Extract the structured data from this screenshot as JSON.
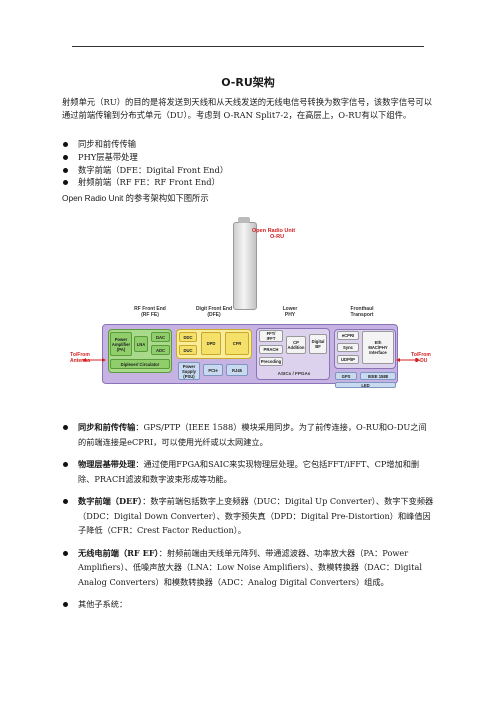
{
  "title": "O-RU架构",
  "intro": "射频单元（RU）的目的是将发送到天线和从天线发送的无线电信号转换为数字信号，该数字信号可以通过前端传输到分布式单元（DU）。考虑到 O-RAN Split7-2，在高层上，O-RU有以下组件。",
  "components": [
    "同步和前传传输",
    "PHY层基带处理",
    "数字前端（DFE：Digital Front End）",
    "射频前端（RF FE：RF Front End）"
  ],
  "caption": "Open Radio Unit 的参考架构如下图所示",
  "diagram": {
    "oru_label_line1": "Open Radio Unit",
    "oru_label_line2": "O-RU",
    "rf_fe": "RF Front End\n(RF FE)",
    "dfe": "Digit Front End\n(DFE)",
    "lower_phy": "Lower\nPHY",
    "fronthaul": "Fronthaul\nTransport",
    "left_io": "To/From\nAntenna",
    "right_io": "To/From\nO-DU",
    "blocks": {
      "pa": "Power\nAmplifier\n(PA)",
      "lna": "LNA",
      "dac": "DAC",
      "adc": "ADC",
      "duplexer": "Diplexer/ Circulator",
      "duc": "DUC",
      "ddc": "DDC",
      "dpd": "DPD",
      "cfr": "CFR",
      "psu": "Power\nSupply\n(PSU)",
      "pcie": "PCIe",
      "rj45": "RJ45",
      "fft": "FFT/\nIFFT",
      "prach": "PRACH",
      "precoding": "Precoding",
      "cp": "CP\nAddition",
      "digital_bf": "Digital\nBF",
      "asic": "ASICs / FPGAs",
      "ecpri": "eCPRI",
      "sync": "Sync",
      "udpip": "UDP/IP",
      "eth": "Eth\nMAC/PHY\nInterface",
      "gps": "GPS",
      "ieee": "IEEE 1588",
      "led": "LED"
    }
  },
  "details": [
    {
      "label": "同步和前传传输",
      "text": "：GPS/PTP（IEEE 1588）模块采用同步。为了前传连接，O-RU和O-DU之间的前端连接是eCPRI，可以使用光纤或以太网建立。"
    },
    {
      "label": "物理层基带处理",
      "text": "：通过使用FPGA和SAIC来实现物理层处理。它包括FFT/iFFT、CP增加和删除、PRACH滤波和数字波束形成等功能。"
    },
    {
      "label": "数字前端（DEF）",
      "text": "：数字前端包括数字上变频器（DUC：Digital Up Converter）、数字下变频器（DDC：Digital Down Converter）、数字预失真（DPD：Digital Pre-Distortion）和峰值因子降低（CFR：Crest Factor Reduction）。"
    },
    {
      "label": "无线电前端（RF EF）",
      "text": "：射频前端由天线单元阵列、带通滤波器、功率放大器（PA：Power Amplifiers）、低噪声放大器（LNA：Low Noise Amplifiers）、数模转换器（DAC：Digital Analog Converters）和模数转换器（ADC：Analog Digital Converters）组成。"
    },
    {
      "label": "",
      "text": "其他子系统："
    }
  ]
}
